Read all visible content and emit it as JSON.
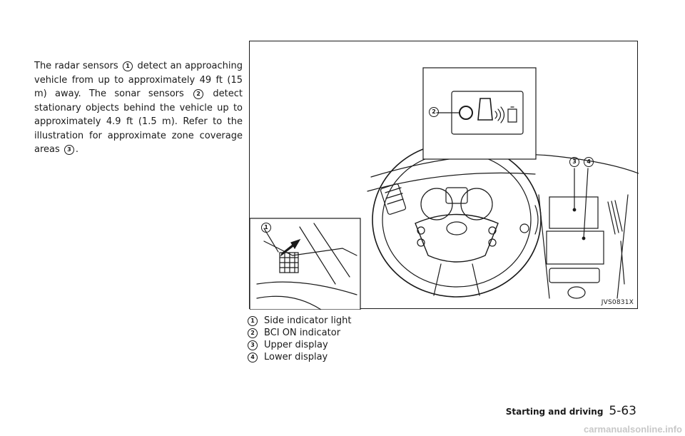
{
  "intro": {
    "t1": "The radar sensors",
    "t2": "detect an approaching vehicle from up to approximately 49 ft (15 m) away. The sonar sensors",
    "t3": "detect stationary objects behind the vehicle up to approximately 4.9 ft (1.5 m). Refer to the illustration for approximate zone coverage areas",
    "t4": "."
  },
  "markers": {
    "m1": "1",
    "m2": "2",
    "m3": "3",
    "m4": "4"
  },
  "figure": {
    "code": "JVS0831X"
  },
  "legend": [
    {
      "num": "1",
      "label": "Side indicator light"
    },
    {
      "num": "2",
      "label": "BCI ON indicator"
    },
    {
      "num": "3",
      "label": "Upper display"
    },
    {
      "num": "4",
      "label": "Lower display"
    }
  ],
  "footer": {
    "section": "Starting and driving",
    "page": "5-63"
  },
  "watermark": "carmanualsonline.info"
}
